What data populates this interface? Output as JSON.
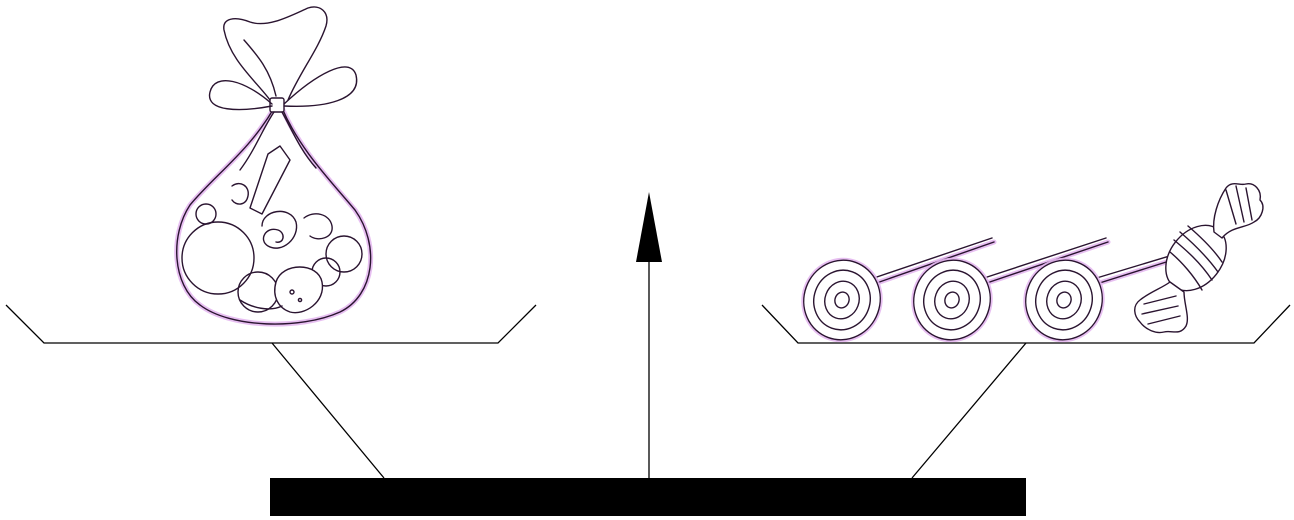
{
  "diagram": {
    "description_items": {
      "left_pan_item": "candy-bag",
      "right_pan_items": [
        "lollipop",
        "lollipop",
        "lollipop",
        "wrapped-candy"
      ],
      "pointer": "arrow-up"
    },
    "colors": {
      "line": "#000000",
      "ink": "#2a1430",
      "glow": "#e4b8ef",
      "base": "#000000"
    },
    "counts": {
      "lollipops": 3,
      "wrapped_candies": 1,
      "bags": 1
    }
  }
}
